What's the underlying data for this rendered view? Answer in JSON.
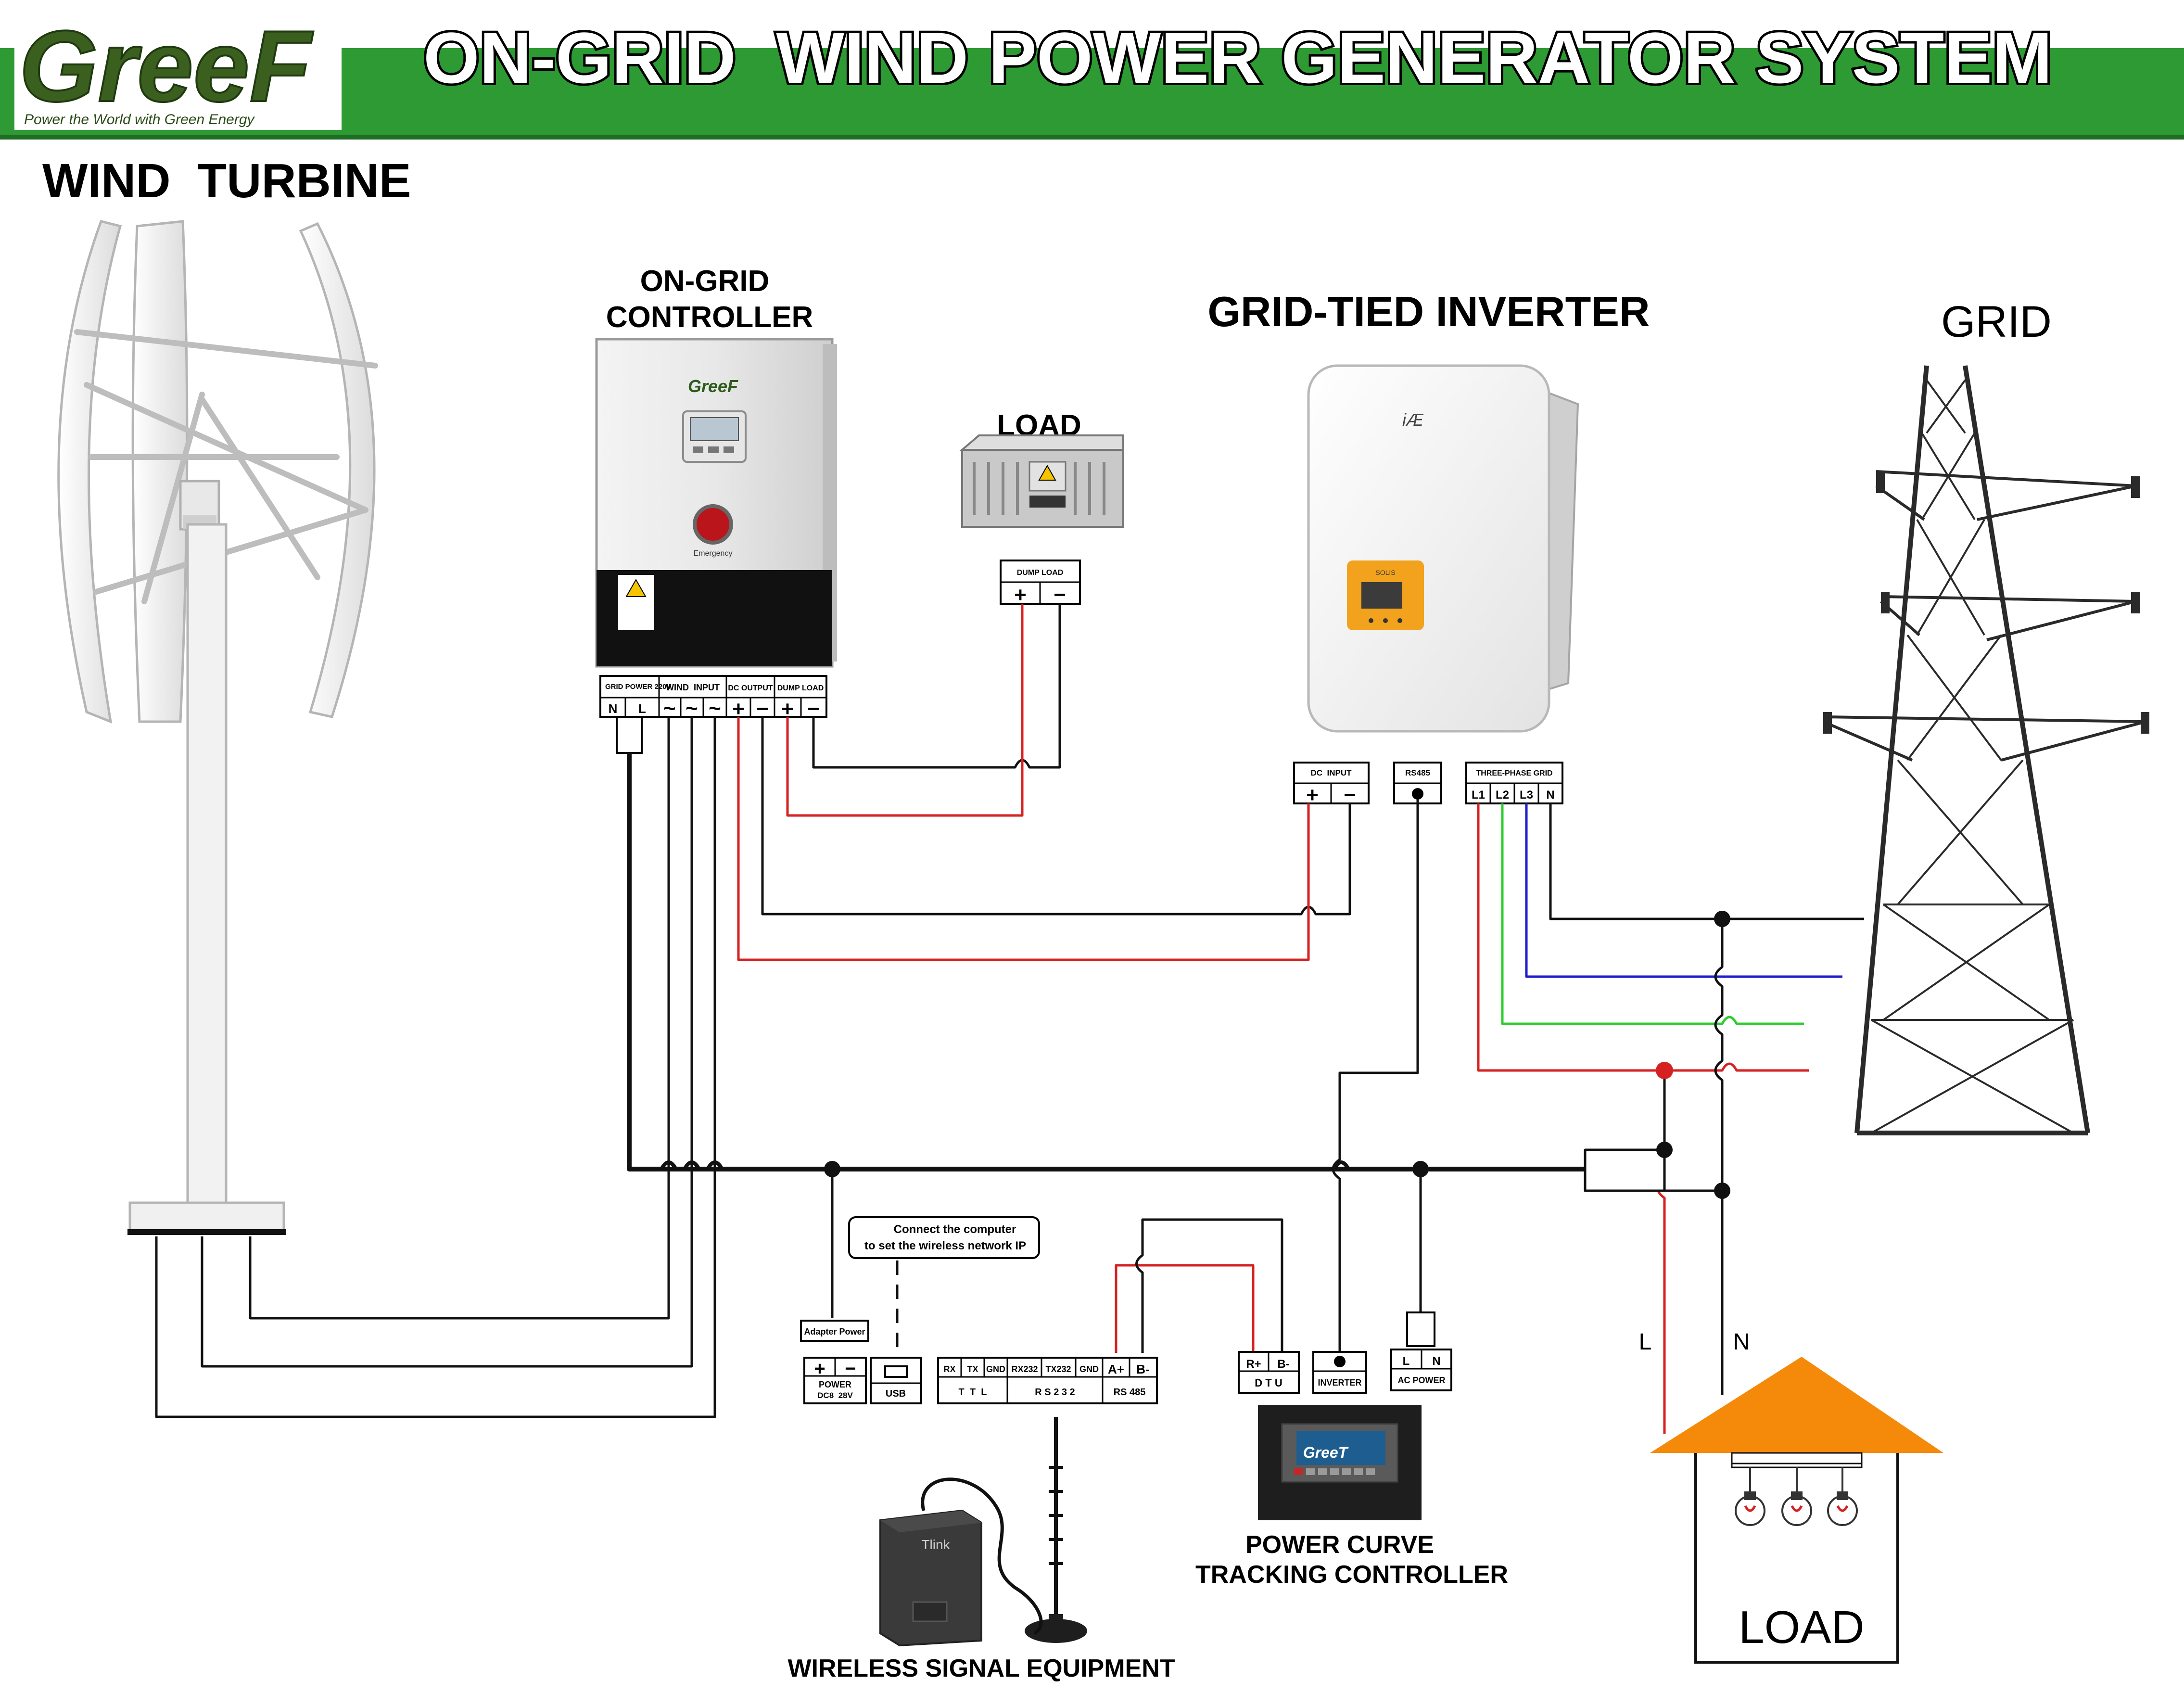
{
  "header": {
    "logo_text": "GreeF",
    "logo_tagline": "Power the World with Green Energy",
    "title": "ON-GRID  WIND POWER GENERATOR SYSTEM",
    "bar_color": "#2e9a33"
  },
  "labels": {
    "wind_turbine": "WIND  TURBINE",
    "controller_line1": "ON-GRID",
    "controller_line2": "CONTROLLER",
    "load_top": "LOAD",
    "inverter": "GRID-TIED INVERTER",
    "grid": "GRID",
    "ptc_line1": "POWER CURVE",
    "ptc_line2": "TRACKING CONTROLLER",
    "wireless": "WIRELESS SIGNAL EQUIPMENT",
    "house_load": "LOAD",
    "wire_L": "L",
    "wire_N": "N"
  },
  "devices": {
    "controller_brand": "GreeF",
    "controller_button": "Emergency",
    "inverter_screen": "SOLIS",
    "ptc_brand": "GreeT",
    "wireless_brand": "Tlink"
  },
  "terminals": {
    "ctrl_grid_power": "GRID POWER 220V",
    "ctrl_wind_input": "WIND  INPUT",
    "ctrl_dc_output": "DC OUTPUT",
    "ctrl_dump_load": "DUMP LOAD",
    "N": "N",
    "L": "L",
    "ac": "~",
    "plus": "+",
    "minus": "−",
    "dump_load": "DUMP LOAD",
    "inv_dc_input": "DC  INPUT",
    "rs485_top": "RS485",
    "three_phase": "THREE-PHASE GRID",
    "L1": "L1",
    "L2": "L2",
    "L3": "L3",
    "N2": "N",
    "connect_note_1": "Connect the computer",
    "connect_note_2": "to set the wireless network IP",
    "adapter_power": "Adapter Power",
    "power_dc": "POWER",
    "power_dc_v": "DC8  28V",
    "usb": "USB",
    "rx": "RX",
    "tx": "TX",
    "gnd": "GND",
    "rx232": "RX232",
    "tx232": "TX232",
    "gnd2": "GND",
    "a_plus": "A+",
    "b_minus": "B-",
    "ttl": "T  T  L",
    "rs232": "R S 2 3 2",
    "rs485": "RS 485",
    "r_plus": "R+",
    "b_minus2": "B-",
    "dtu": "D T U",
    "inverter_t": "INVERTER",
    "ac_L": "L",
    "ac_N": "N",
    "ac_power": "AC POWER"
  },
  "colors": {
    "positive_wire": "#d62121",
    "negative_wire": "#111111",
    "l2_wire": "#2fcc2f",
    "l3_wire": "#1c1ccc",
    "roof": "#f58a0a",
    "inverter_display_frame": "#f2a21c"
  }
}
